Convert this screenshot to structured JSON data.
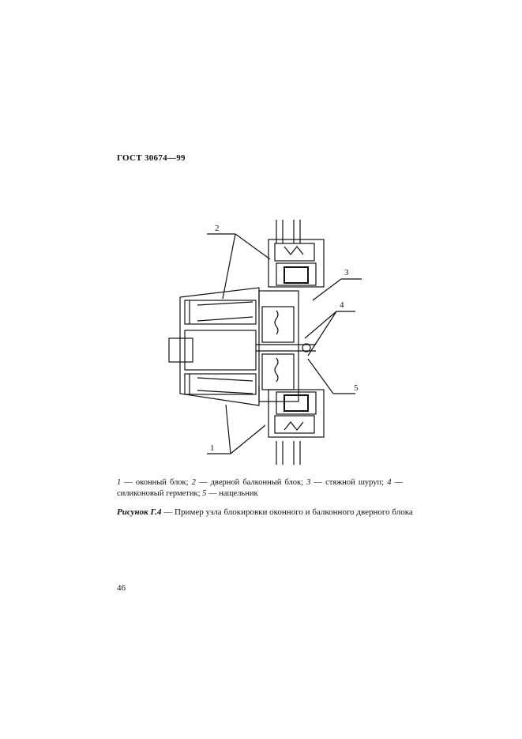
{
  "header": {
    "standard": "ГОСТ 30674—99"
  },
  "figure": {
    "callouts": [
      "1",
      "2",
      "3",
      "4",
      "5"
    ]
  },
  "legend": {
    "items": [
      {
        "num": "1",
        "sep": " — ",
        "text": "оконный блок;"
      },
      {
        "num": "2",
        "sep": " — ",
        "text": "дверной балконный блок;"
      },
      {
        "num": "3",
        "sep": " — ",
        "text": "стяжной шуруп;"
      },
      {
        "num": "4",
        "sep": " — ",
        "text": "силиконовый герметик;"
      },
      {
        "num": "5",
        "sep": " — ",
        "text": "нащельник"
      }
    ]
  },
  "caption": {
    "label": "Рисунок Г.4",
    "separator": " — ",
    "text": "Пример узла блокировки оконного и балконного дверного блока"
  },
  "page_number": "46"
}
